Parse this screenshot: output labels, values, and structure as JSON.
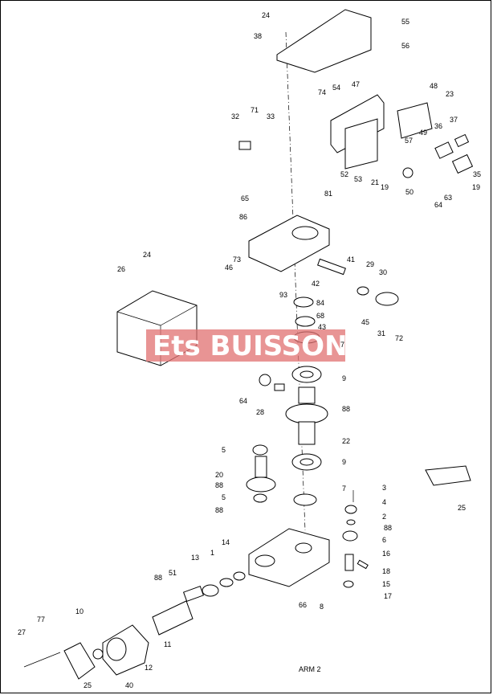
{
  "diagram": {
    "watermark": "Ets BUISSON",
    "caption": "ARM 2",
    "labels": [
      "24",
      "55",
      "56",
      "38",
      "47",
      "54",
      "48",
      "74",
      "23",
      "71",
      "32",
      "33",
      "57",
      "36",
      "37",
      "49",
      "52",
      "53",
      "21",
      "19",
      "50",
      "63",
      "35",
      "19",
      "64",
      "65",
      "81",
      "86",
      "24",
      "41",
      "73",
      "29",
      "46",
      "26",
      "42",
      "30",
      "93",
      "84",
      "68",
      "43",
      "45",
      "31",
      "72",
      "7",
      "9",
      "64",
      "28",
      "88",
      "22",
      "5",
      "9",
      "20",
      "88",
      "7",
      "3",
      "5",
      "88",
      "4",
      "2",
      "88",
      "6",
      "14",
      "16",
      "13",
      "1",
      "18",
      "51",
      "88",
      "15",
      "17",
      "66",
      "8",
      "10",
      "77",
      "27",
      "11",
      "12",
      "40",
      "25",
      "25"
    ]
  }
}
